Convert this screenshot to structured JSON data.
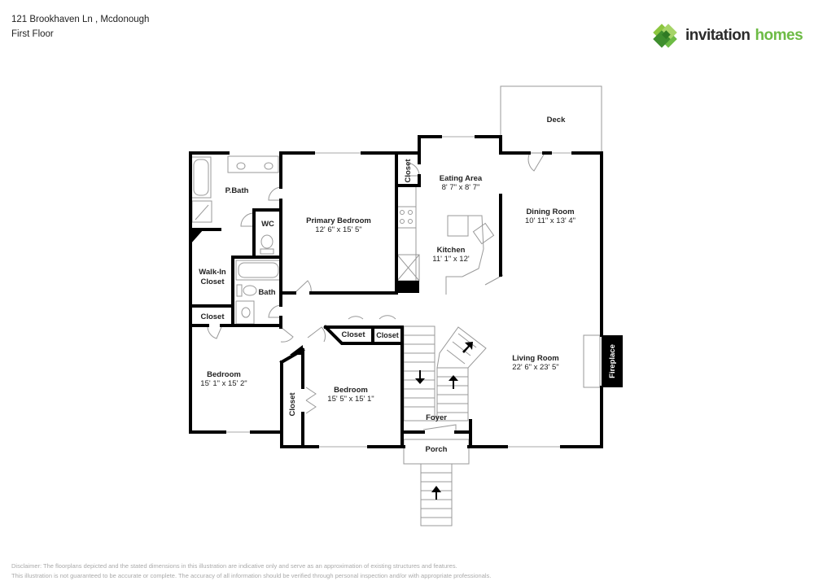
{
  "header": {
    "address": "121 Brookhaven Ln , Mcdonough",
    "floor": "First Floor"
  },
  "logo": {
    "word1": "invitation",
    "word2": "homes",
    "colors": {
      "dark": "#2b2b2b",
      "green": "#6dbb45",
      "dark_green": "#3e8e2e"
    }
  },
  "rooms": {
    "deck": {
      "name": "Deck"
    },
    "eating_area": {
      "name": "Eating Area",
      "dims": "8' 7\" x 8' 7\""
    },
    "dining_room": {
      "name": "Dining Room",
      "dims": "10' 11\" x 13' 4\""
    },
    "primary_bedroom": {
      "name": "Primary Bedroom",
      "dims": "12' 6\" x 15' 5\""
    },
    "kitchen": {
      "name": "Kitchen",
      "dims": "11' 1\" x 12'"
    },
    "p_bath": {
      "name": "P.Bath"
    },
    "wc": {
      "name": "WC"
    },
    "walk_in_closet": {
      "name_line1": "Walk-In",
      "name_line2": "Closet"
    },
    "bath": {
      "name": "Bath"
    },
    "closet_hall": {
      "name": "Closet"
    },
    "closet_kitchen": {
      "name": "Closet"
    },
    "closet_bed2_a": {
      "name": "Closet"
    },
    "closet_bed2_b": {
      "name": "Closet"
    },
    "closet_bed2_side": {
      "name": "Closet"
    },
    "bedroom_1": {
      "name": "Bedroom",
      "dims": "15' 1\" x 15' 2\""
    },
    "bedroom_2": {
      "name": "Bedroom",
      "dims": "15' 5\" x 15' 1\""
    },
    "living_room": {
      "name": "Living Room",
      "dims": "22' 6\" x 23' 5\""
    },
    "fireplace": {
      "name": "Fireplace"
    },
    "foyer": {
      "name": "Foyer"
    },
    "porch": {
      "name": "Porch"
    }
  },
  "disclaimer": {
    "line1": "Disclaimer: The floorplans depicted and the stated dimensions in this illustration are indicative only and serve as an approximation of existing structures and features.",
    "line2": "This illustration is not guaranteed to be accurate or complete. The accuracy of all information should be verified through personal inspection and/or with appropriate professionals."
  }
}
